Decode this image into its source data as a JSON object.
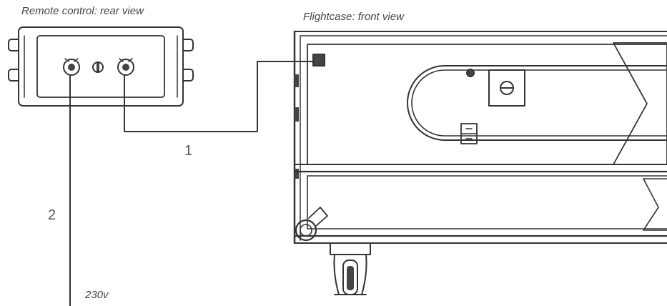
{
  "labels": {
    "remote_title": "Remote control: rear view",
    "flightcase_title": "Flightcase:  front view",
    "cable_1": "1",
    "cable_2": "2",
    "voltage": "230v"
  },
  "colors": {
    "line": "#333333",
    "fill_dark": "#444444"
  }
}
